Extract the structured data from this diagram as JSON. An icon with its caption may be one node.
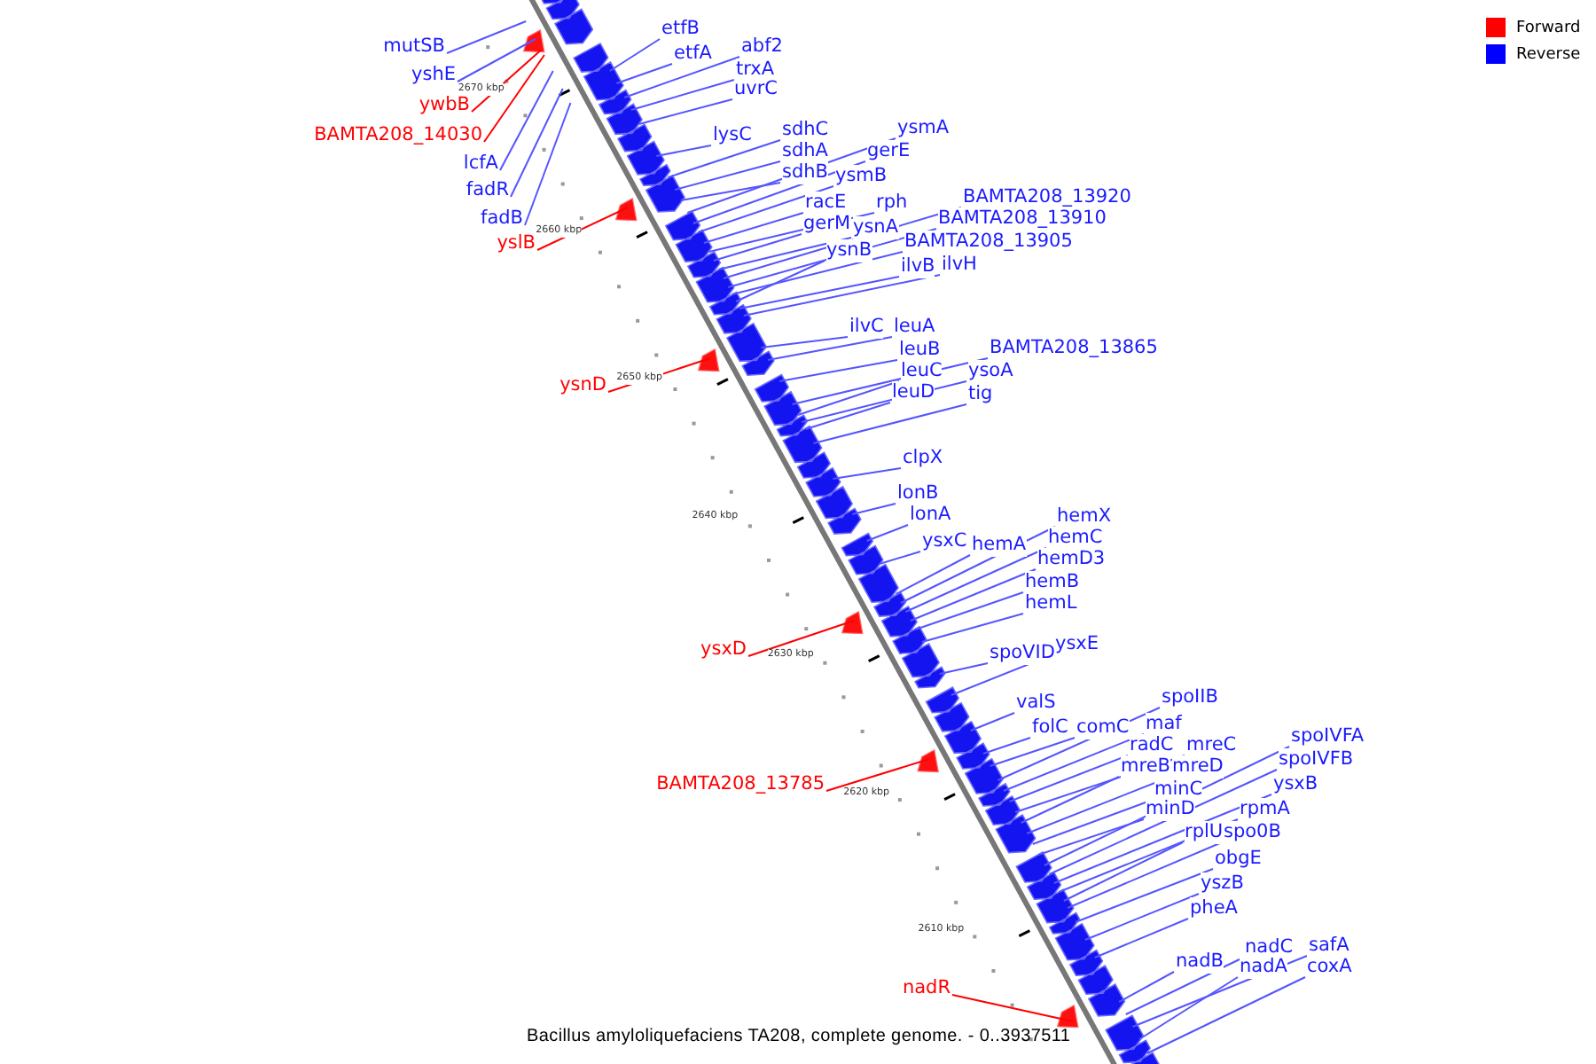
{
  "diagram": {
    "caption": "Bacillus amyloliquefaciens TA208, complete genome. - 0..3937511",
    "nodes": [
      {
        "text": [
          "mutSB"
        ]
      },
      {
        "text": [
          "yshE"
        ]
      },
      {
        "text": [
          "ywbB"
        ]
      },
      {
        "text": [
          "BAMTA208_14030"
        ]
      },
      {
        "text": [
          "lcfA"
        ]
      },
      {
        "text": [
          "fadR"
        ]
      },
      {
        "text": [
          "fadB"
        ]
      },
      {
        "text": [
          "yslB"
        ]
      },
      {
        "text": [
          "ysnD"
        ]
      },
      {
        "text": [
          "ysxD"
        ]
      },
      {
        "text": [
          "BAMTA208_13785"
        ]
      },
      {
        "text": [
          "nadR"
        ]
      },
      {
        "text": [
          "etfB"
        ]
      },
      {
        "text": [
          "etfA"
        ]
      },
      {
        "text": [
          "abf2"
        ]
      },
      {
        "text": [
          "trxA"
        ]
      },
      {
        "text": [
          "uvrC"
        ]
      },
      {
        "text": [
          "lysC"
        ]
      },
      {
        "text": [
          "sdhC"
        ]
      },
      {
        "text": [
          "sdhA"
        ]
      },
      {
        "text": [
          "sdhB"
        ]
      },
      {
        "text": [
          "ysmA"
        ]
      },
      {
        "text": [
          "gerE"
        ]
      },
      {
        "text": [
          "ysmB"
        ]
      },
      {
        "text": [
          "racE"
        ]
      },
      {
        "text": [
          "rph"
        ]
      },
      {
        "text": [
          "gerM"
        ]
      },
      {
        "text": [
          "ysnA"
        ]
      },
      {
        "text": [
          "BAMTA208_13920"
        ]
      },
      {
        "text": [
          "BAMTA208_13910"
        ]
      },
      {
        "text": [
          "BAMTA208_13905"
        ]
      },
      {
        "text": [
          "ysnB"
        ]
      },
      {
        "text": [
          "ilvB"
        ]
      },
      {
        "text": [
          "ilvH"
        ]
      },
      {
        "text": [
          "ilvC"
        ]
      },
      {
        "text": [
          "leuA"
        ]
      },
      {
        "text": [
          "leuB"
        ]
      },
      {
        "text": [
          "BAMTA208_13865"
        ]
      },
      {
        "text": [
          "leuC"
        ]
      },
      {
        "text": [
          "ysoA"
        ]
      },
      {
        "text": [
          "leuD"
        ]
      },
      {
        "text": [
          "tig"
        ]
      },
      {
        "text": [
          "clpX"
        ]
      },
      {
        "text": [
          "lonB"
        ]
      },
      {
        "text": [
          "lonA"
        ]
      },
      {
        "text": [
          "ysxC"
        ]
      },
      {
        "text": [
          "hemA"
        ]
      },
      {
        "text": [
          "hemX"
        ]
      },
      {
        "text": [
          "hemC"
        ]
      },
      {
        "text": [
          "hemD3"
        ]
      },
      {
        "text": [
          "hemB"
        ]
      },
      {
        "text": [
          "hemL"
        ]
      },
      {
        "text": [
          "spoVID"
        ]
      },
      {
        "text": [
          "ysxE"
        ]
      },
      {
        "text": [
          "valS"
        ]
      },
      {
        "text": [
          "folC"
        ]
      },
      {
        "text": [
          "comC"
        ]
      },
      {
        "text": [
          "spoIIB"
        ]
      },
      {
        "text": [
          "maf"
        ]
      },
      {
        "text": [
          "radC"
        ]
      },
      {
        "text": [
          "mreC"
        ]
      },
      {
        "text": [
          "mreB"
        ]
      },
      {
        "text": [
          "mreD"
        ]
      },
      {
        "text": [
          "minC"
        ]
      },
      {
        "text": [
          "minD"
        ]
      },
      {
        "text": [
          "spoIVFA"
        ]
      },
      {
        "text": [
          "spoIVFB"
        ]
      },
      {
        "text": [
          "ysxB"
        ]
      },
      {
        "text": [
          "rpmA"
        ]
      },
      {
        "text": [
          "rplU"
        ]
      },
      {
        "text": [
          "spo0B"
        ]
      },
      {
        "text": [
          "obgE"
        ]
      },
      {
        "text": [
          "yszB"
        ]
      },
      {
        "text": [
          "pheA"
        ]
      },
      {
        "text": [
          "nadB"
        ]
      },
      {
        "text": [
          "nadC"
        ]
      },
      {
        "text": [
          "safA"
        ]
      },
      {
        "text": [
          "nadA"
        ]
      },
      {
        "text": [
          "coxA"
        ]
      }
    ],
    "edges": [
      {
        "from": 0,
        "to": null,
        "arrow": "none"
      },
      {
        "from": 1,
        "to": null,
        "arrow": "none"
      },
      {
        "from": 2,
        "to": null,
        "arrow": "none",
        "color": "#ff0000"
      },
      {
        "from": 3,
        "to": null,
        "arrow": "none",
        "color": "#ff0000"
      },
      {
        "from": 4,
        "to": null,
        "arrow": "none"
      },
      {
        "from": 5,
        "to": null,
        "arrow": "none"
      },
      {
        "from": 6,
        "to": null,
        "arrow": "none"
      },
      {
        "from": 7,
        "to": null,
        "arrow": "none",
        "color": "#ff0000"
      },
      {
        "from": 8,
        "to": null,
        "arrow": "none",
        "color": "#ff0000"
      },
      {
        "from": 9,
        "to": null,
        "arrow": "none",
        "color": "#ff0000"
      },
      {
        "from": 10,
        "to": null,
        "arrow": "none",
        "color": "#ff0000"
      },
      {
        "from": 11,
        "to": null,
        "arrow": "none",
        "color": "#ff0000"
      },
      {
        "from": 12,
        "to": null,
        "arrow": "none"
      },
      {
        "from": 13,
        "to": null,
        "arrow": "none"
      },
      {
        "from": 14,
        "to": null,
        "arrow": "none"
      },
      {
        "from": 15,
        "to": null,
        "arrow": "none"
      },
      {
        "from": 16,
        "to": null,
        "arrow": "none"
      },
      {
        "from": 17,
        "to": null,
        "arrow": "none"
      },
      {
        "from": 18,
        "to": null,
        "arrow": "none"
      },
      {
        "from": 19,
        "to": null,
        "arrow": "none"
      },
      {
        "from": 20,
        "to": null,
        "arrow": "none"
      },
      {
        "from": 21,
        "to": null,
        "arrow": "none"
      },
      {
        "from": 22,
        "to": null,
        "arrow": "none"
      },
      {
        "from": 23,
        "to": null,
        "arrow": "none"
      },
      {
        "from": 24,
        "to": null,
        "arrow": "none"
      },
      {
        "from": 25,
        "to": null,
        "arrow": "none"
      },
      {
        "from": 26,
        "to": null,
        "arrow": "none"
      },
      {
        "from": 27,
        "to": null,
        "arrow": "none"
      },
      {
        "from": 28,
        "to": null,
        "arrow": "none"
      },
      {
        "from": 29,
        "to": null,
        "arrow": "none"
      },
      {
        "from": 30,
        "to": null,
        "arrow": "none"
      },
      {
        "from": 31,
        "to": null,
        "arrow": "none"
      },
      {
        "from": 32,
        "to": null,
        "arrow": "none"
      },
      {
        "from": 33,
        "to": null,
        "arrow": "none"
      },
      {
        "from": 34,
        "to": null,
        "arrow": "none"
      },
      {
        "from": 35,
        "to": null,
        "arrow": "none"
      },
      {
        "from": 36,
        "to": null,
        "arrow": "none"
      },
      {
        "from": 37,
        "to": null,
        "arrow": "none"
      },
      {
        "from": 38,
        "to": null,
        "arrow": "none"
      },
      {
        "from": 39,
        "to": null,
        "arrow": "none"
      },
      {
        "from": 40,
        "to": null,
        "arrow": "none"
      },
      {
        "from": 41,
        "to": null,
        "arrow": "none"
      },
      {
        "from": 42,
        "to": null,
        "arrow": "none"
      },
      {
        "from": 43,
        "to": null,
        "arrow": "none"
      },
      {
        "from": 44,
        "to": null,
        "arrow": "none"
      },
      {
        "from": 45,
        "to": null,
        "arrow": "none"
      },
      {
        "from": 46,
        "to": null,
        "arrow": "none"
      },
      {
        "from": 47,
        "to": null,
        "arrow": "none"
      },
      {
        "from": 48,
        "to": null,
        "arrow": "none"
      },
      {
        "from": 49,
        "to": null,
        "arrow": "none"
      },
      {
        "from": 50,
        "to": null,
        "arrow": "none"
      },
      {
        "from": 51,
        "to": null,
        "arrow": "none"
      },
      {
        "from": 52,
        "to": null,
        "arrow": "none"
      },
      {
        "from": 53,
        "to": null,
        "arrow": "none"
      },
      {
        "from": 54,
        "to": null,
        "arrow": "none"
      },
      {
        "from": 55,
        "to": null,
        "arrow": "none"
      },
      {
        "from": 56,
        "to": null,
        "arrow": "none"
      },
      {
        "from": 57,
        "to": null,
        "arrow": "none"
      },
      {
        "from": 58,
        "to": null,
        "arrow": "none"
      },
      {
        "from": 59,
        "to": null,
        "arrow": "none"
      },
      {
        "from": 60,
        "to": null,
        "arrow": "none"
      },
      {
        "from": 61,
        "to": null,
        "arrow": "none"
      },
      {
        "from": 62,
        "to": null,
        "arrow": "none"
      },
      {
        "from": 63,
        "to": null,
        "arrow": "none"
      },
      {
        "from": 64,
        "to": null,
        "arrow": "none"
      },
      {
        "from": 65,
        "to": null,
        "arrow": "none"
      },
      {
        "from": 66,
        "to": null,
        "arrow": "none"
      },
      {
        "from": 67,
        "to": null,
        "arrow": "none"
      },
      {
        "from": 68,
        "to": null,
        "arrow": "none"
      },
      {
        "from": 69,
        "to": null,
        "arrow": "none"
      },
      {
        "from": 70,
        "to": null,
        "arrow": "none"
      },
      {
        "from": 71,
        "to": null,
        "arrow": "none"
      },
      {
        "from": 72,
        "to": null,
        "arrow": "none"
      },
      {
        "from": 73,
        "to": null,
        "arrow": "none"
      },
      {
        "from": 74,
        "to": null,
        "arrow": "none"
      },
      {
        "from": 75,
        "to": null,
        "arrow": "none"
      },
      {
        "from": 76,
        "to": null,
        "arrow": "none"
      },
      {
        "from": 77,
        "to": null,
        "arrow": "none"
      },
      {
        "from": 78,
        "to": null,
        "arrow": "none"
      }
    ],
    "labels": [
      "2670 kbp",
      "2660 kbp",
      "2650 kbp",
      "2640 kbp",
      "2630 kbp",
      "2620 kbp",
      "2610 kbp"
    ],
    "legend": [
      {
        "text": "Forward",
        "color": "#ff0000"
      },
      {
        "text": "Reverse",
        "color": "#0000ff"
      }
    ]
  }
}
